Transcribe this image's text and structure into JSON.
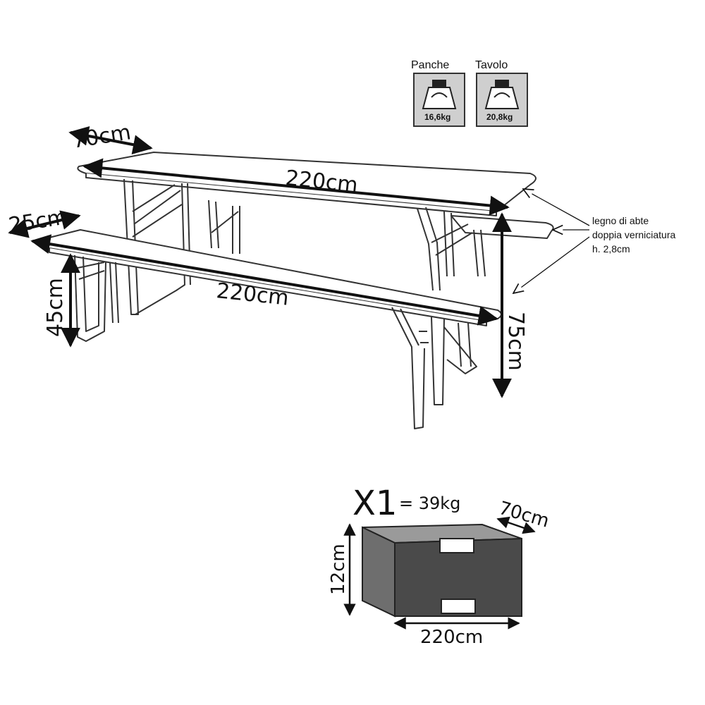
{
  "weights": {
    "panche_label": "Panche",
    "panche_weight": "16,6kg",
    "tavolo_label": "Tavolo",
    "tavolo_weight": "20,8kg"
  },
  "table": {
    "width_label": "70cm",
    "length_label": "220cm",
    "height_label": "75cm"
  },
  "bench": {
    "width_label": "25cm",
    "length_label": "220cm",
    "height_label": "45cm"
  },
  "material_note": {
    "line1": "legno di abte",
    "line2": "doppia verniciatura",
    "line3": "h. 2,8cm"
  },
  "package": {
    "quantity": "X1",
    "weight": "= 39kg",
    "depth_label": "70cm",
    "height_label": "12cm",
    "length_label": "220cm",
    "colors": {
      "top": "#9a9a9a",
      "front": "#4a4a4a",
      "side": "#6e6e6e"
    }
  }
}
